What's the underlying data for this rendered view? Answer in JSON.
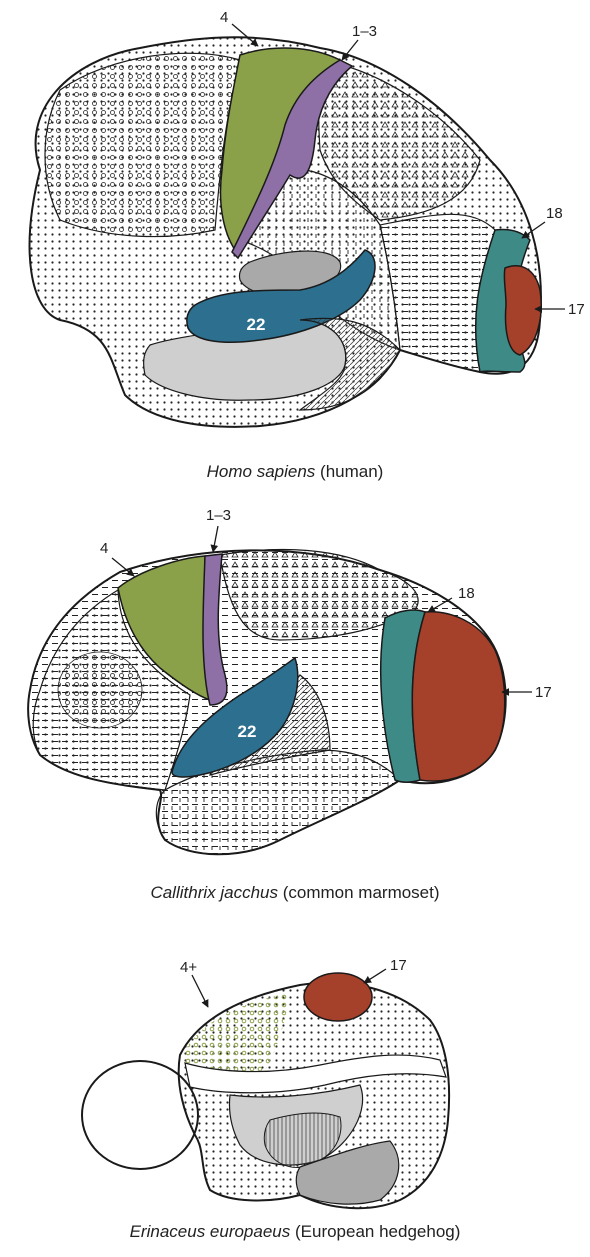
{
  "colors": {
    "area_4": "#8aa14a",
    "area_1_3": "#8e6fa6",
    "area_22": "#2d6f8e",
    "area_18": "#3d8a86",
    "area_17": "#a5402a",
    "gray_light": "#cfcfcf",
    "gray_mid": "#a9a9a9",
    "outline": "#1a1a1a"
  },
  "human": {
    "label_4": "4",
    "label_1_3": "1–3",
    "label_18": "18",
    "label_17": "17",
    "label_22": "22",
    "caption_italic": "Homo sapiens",
    "caption_rest": " (human)"
  },
  "marmoset": {
    "label_4": "4",
    "label_1_3": "1–3",
    "label_18": "18",
    "label_17": "17",
    "label_22": "22",
    "caption_italic": "Callithrix jacchus",
    "caption_rest": " (common marmoset)"
  },
  "hedgehog": {
    "label_4": "4+",
    "label_17": "17",
    "caption_italic": "Erinaceus europaeus",
    "caption_rest": " (European hedgehog)"
  }
}
